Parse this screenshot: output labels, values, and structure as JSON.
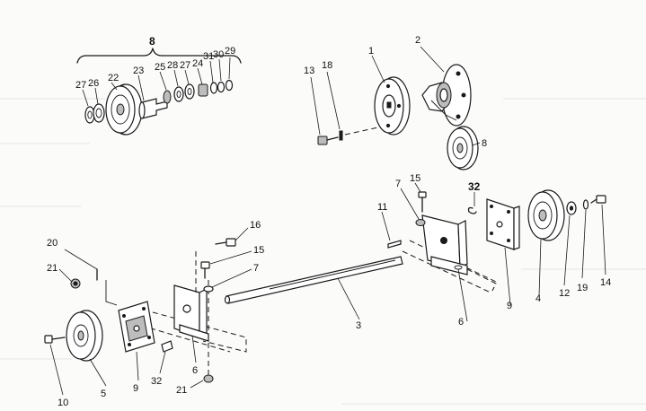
{
  "diagram": {
    "labels": {
      "p1": "1",
      "p2": "2",
      "p3": "3",
      "p4": "4",
      "p5": "5",
      "p6a": "6",
      "p6b": "6",
      "p7a": "7",
      "p7b": "7",
      "p8a": "8",
      "p8b": "8",
      "p9a": "9",
      "p9b": "9",
      "p10": "10",
      "p11": "11",
      "p12": "12",
      "p13": "13",
      "p14": "14",
      "p15a": "15",
      "p15b": "15",
      "p16": "16",
      "p18": "18",
      "p19": "19",
      "p20": "20",
      "p21a": "21",
      "p21b": "21",
      "p22": "22",
      "p23": "23",
      "p24": "24",
      "p25": "25",
      "p26": "26",
      "p27a": "27",
      "p27b": "27",
      "p28": "28",
      "p29": "29",
      "p30": "30",
      "p31": "31",
      "p32a": "32",
      "p32b": "32"
    }
  }
}
